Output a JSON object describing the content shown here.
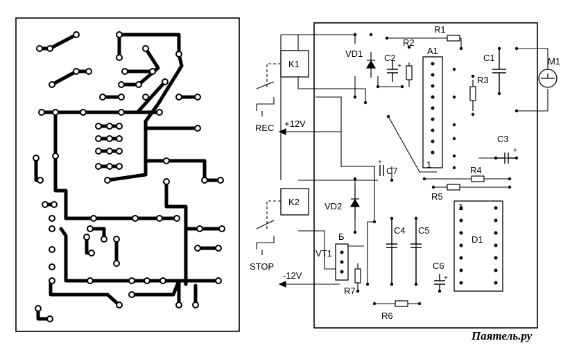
{
  "labels": {
    "r1": "R1",
    "r2": "R2",
    "r3": "R3",
    "r4": "R4",
    "r5": "R5",
    "r6": "R6",
    "r7": "R7",
    "c1": "C1",
    "c2": "C2",
    "c3": "C3",
    "c4": "C4",
    "c5": "C5",
    "c6": "C6",
    "c7": "C7",
    "vd1": "VD1",
    "vd2": "VD2",
    "k1": "K1",
    "k2": "K2",
    "a1": "A1",
    "d1": "D1",
    "m1": "M1",
    "vt1": "VT1",
    "b": "Б",
    "a1_pin": "1",
    "d1_pin": "1",
    "rec": "REC",
    "stop": "STOP",
    "plus12": "+12V",
    "minus12": "-12V"
  },
  "watermark": "Паятель.ру",
  "colors": {
    "ink": "#000000",
    "paper": "#ffffff"
  }
}
